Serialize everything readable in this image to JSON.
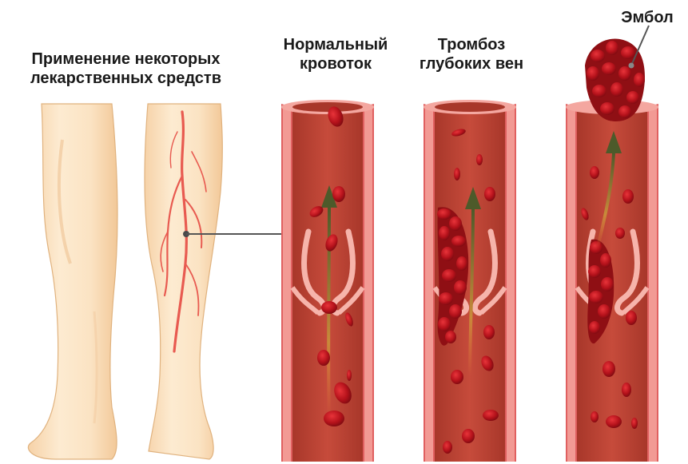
{
  "title_line1": "Применение некоторых",
  "title_line2": "лекарственных средств",
  "panels": [
    {
      "line1": "Нормальный",
      "line2": "кровоток"
    },
    {
      "line1": "Тромбоз",
      "line2": "глубоких вен"
    }
  ],
  "embolus_label": "Эмбол",
  "colors": {
    "vessel_wall": "#d94a4a",
    "vessel_inner": "#b8412f",
    "vessel_lumen": "#e8746a",
    "blood_cell": "#c4161c",
    "skin": "#fbe6c8",
    "arrow": "#4d5a2a"
  }
}
